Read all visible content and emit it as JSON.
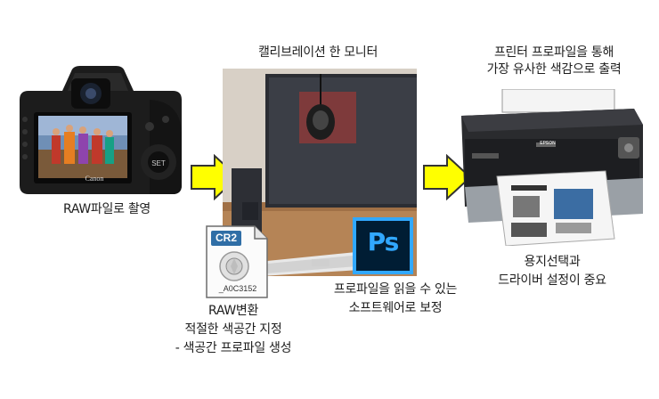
{
  "camera": {
    "brand": "Canon",
    "caption": "RAW파일로 촬영"
  },
  "monitor": {
    "caption": "캘리브레이션 한 모니터"
  },
  "raw_convert": {
    "file_badge": "CR2",
    "file_name": "_A0C3152",
    "caption_lines": [
      "RAW변환",
      "적절한 색공간 지정",
      "- 색공간 프로파일 생성"
    ]
  },
  "photoshop": {
    "logo": "Ps",
    "caption_lines": [
      "프로파일을 읽을 수 있는",
      "소프트웨어로 보정"
    ]
  },
  "printer": {
    "brand": "EPSON",
    "caption_lines": [
      "프린터 프로파일을 통해",
      "가장 유사한 색감으로 출력"
    ],
    "bottom_caption_lines": [
      "용지선택과",
      "드라이버 설정이 중요"
    ]
  },
  "colors": {
    "arrow": "#ffff00",
    "arrow_outline": "#333333",
    "ps_blue": "#31a8ff",
    "ps_bg": "#001d34"
  }
}
